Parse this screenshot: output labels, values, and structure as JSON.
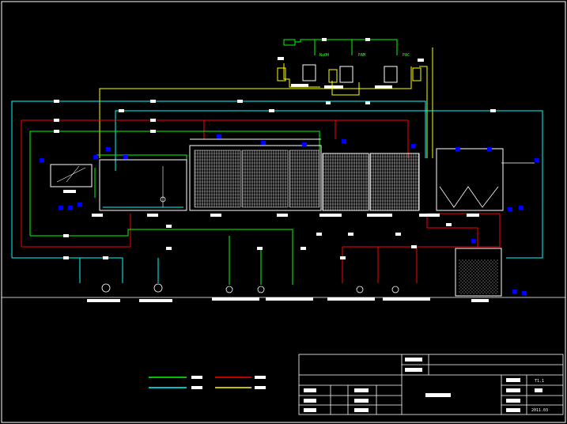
{
  "colors": {
    "background": "#000000",
    "sewage": "#00ff00",
    "air": "#00ffff",
    "sludge": "#ff0000",
    "dosing": "#ffff00",
    "outline": "#ffffff",
    "marker": "#0000ff"
  },
  "dosing": {
    "naoh_label": "NaOH",
    "pam_label": "PAM",
    "pac_label": "PAC"
  },
  "title_block": {
    "sheet_no": "T1.1",
    "date_value": "2011.03"
  },
  "legend": {
    "items": [
      {
        "color": "#00ff00",
        "label": ""
      },
      {
        "color": "#ff0000",
        "label": ""
      },
      {
        "color": "#00ffff",
        "label": ""
      },
      {
        "color": "#ffff00",
        "label": ""
      }
    ]
  }
}
